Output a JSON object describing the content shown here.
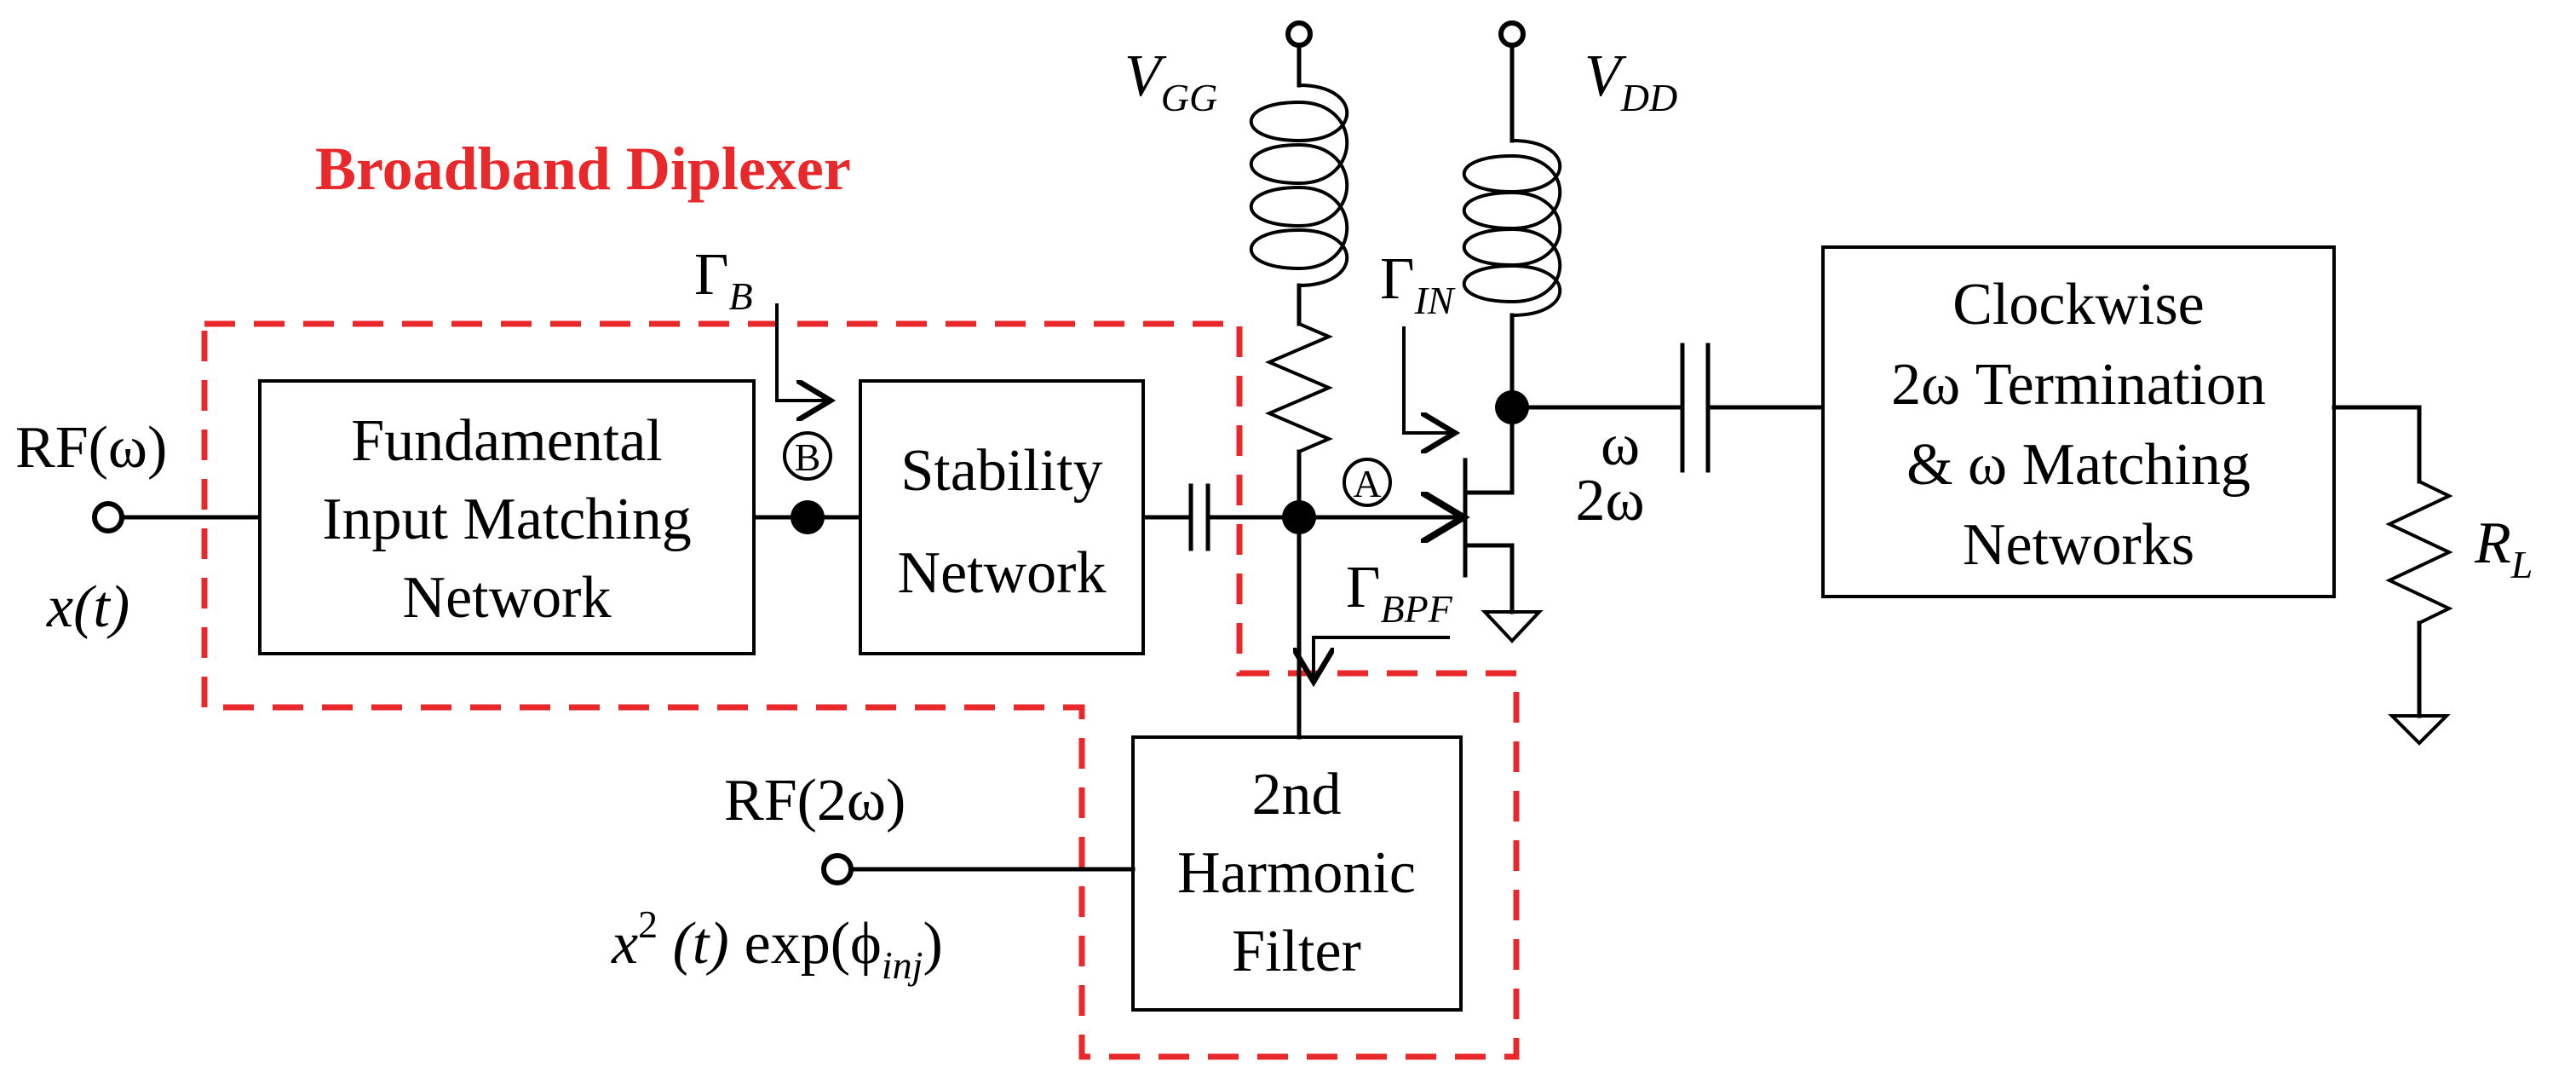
{
  "diplexer_label": "Broadband Diplexer",
  "rf_input": {
    "label": "RF(ω)",
    "signal": "x(t)"
  },
  "rf2_input": {
    "label": "RF(2ω)",
    "signal_base": "x",
    "signal_exp": "2",
    "signal_t": " (t)",
    "signal_func": "exp(ϕ",
    "signal_sub": "inj",
    "signal_close": ")"
  },
  "blocks": {
    "matching": [
      "Fundamental",
      "Input Matching",
      "Network"
    ],
    "stability": [
      "Stability",
      "Network"
    ],
    "harmonic": [
      "2nd",
      "Harmonic",
      "Filter"
    ],
    "output": [
      "Clockwise",
      "2ω Termination",
      "& ω Matching",
      "Networks"
    ]
  },
  "supplies": {
    "gate": {
      "base": "V",
      "sub": "GG"
    },
    "drain": {
      "base": "V",
      "sub": "DD"
    }
  },
  "reflections": {
    "b": {
      "base": "Γ",
      "sub": "B"
    },
    "in": {
      "base": "Γ",
      "sub": "IN"
    },
    "bpf": {
      "base": "Γ",
      "sub": "BPF"
    }
  },
  "nodes": {
    "a": "A",
    "b": "B"
  },
  "output_freqs": {
    "fund": "ω",
    "harm": "2ω"
  },
  "load": {
    "base": "R",
    "sub": "L"
  },
  "colors": {
    "diplexer_border": "#e8282a",
    "lines": "#000000"
  }
}
